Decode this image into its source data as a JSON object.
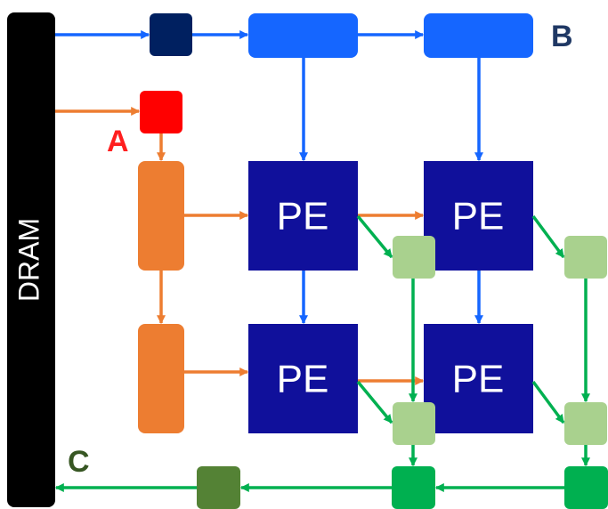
{
  "dram": {
    "label": "DRAM"
  },
  "labels": {
    "a": "A",
    "b": "B",
    "c": "C"
  },
  "pe": {
    "r1c1": "PE",
    "r1c2": "PE",
    "r2c1": "PE",
    "r2c2": "PE"
  },
  "colors": {
    "dram": "#000000",
    "blue_arrow": "#1566ff",
    "orange_arrow": "#ed7d31",
    "green_arrow": "#00b050",
    "pe": "#10109b",
    "navy_buffer": "#002060",
    "red_buffer": "#ff0000",
    "dark_green_buffer": "#548235",
    "light_green_buffer": "#a9d18e",
    "green_buffer": "#00b050"
  }
}
